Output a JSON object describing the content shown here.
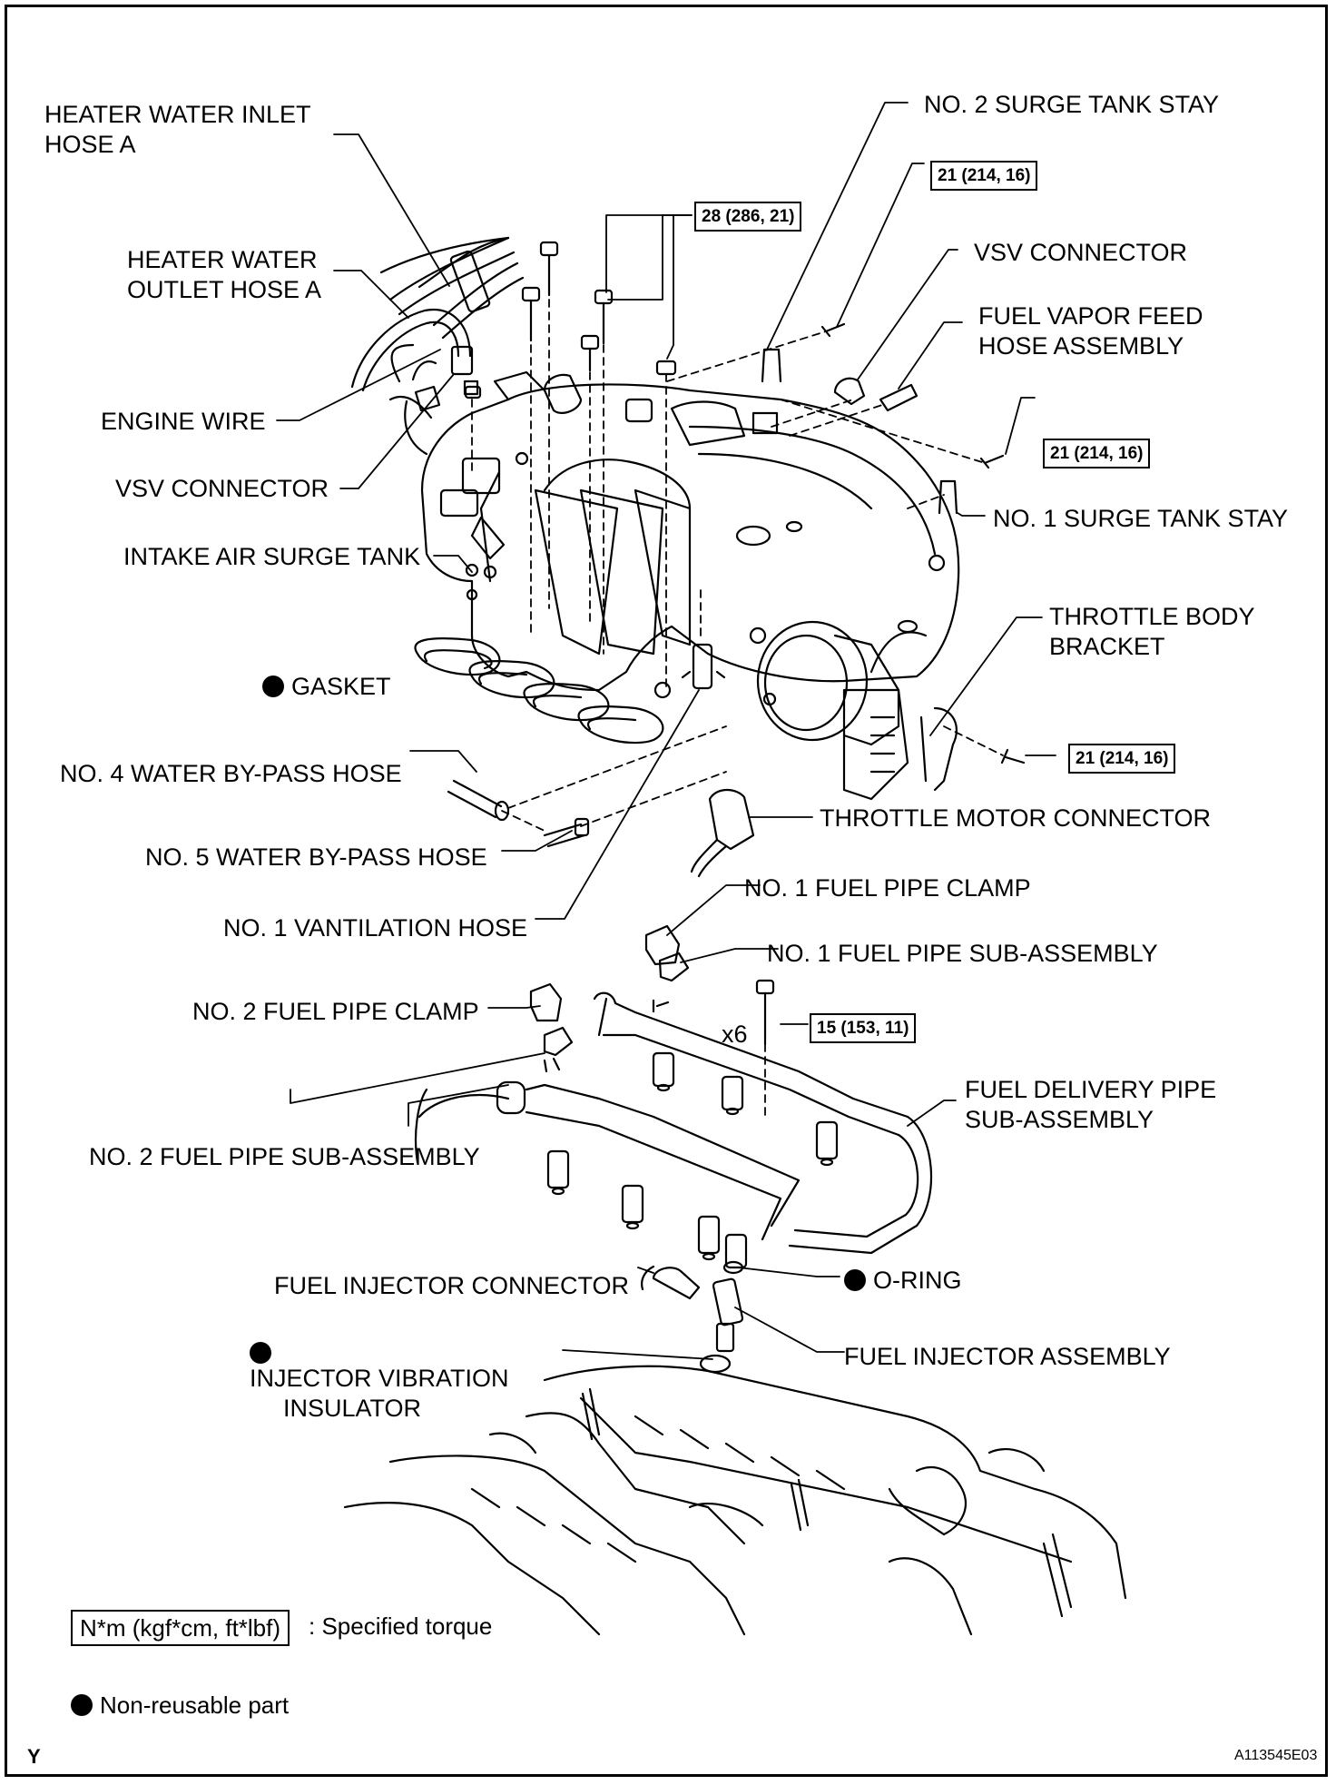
{
  "labels": {
    "heater_inlet": [
      "HEATER WATER INLET",
      "HOSE A"
    ],
    "heater_outlet": [
      "HEATER WATER",
      "OUTLET HOSE A"
    ],
    "engine_wire": "ENGINE WIRE",
    "vsv_connector_left": "VSV CONNECTOR",
    "intake_surge_tank": "INTAKE AIR SURGE TANK",
    "gasket": "GASKET",
    "no4_bypass": "NO. 4 WATER BY-PASS HOSE",
    "no5_bypass": "NO. 5 WATER BY-PASS HOSE",
    "no1_ventilation": "NO. 1 VANTILATION HOSE",
    "no2_fuel_clamp": "NO. 2 FUEL PIPE CLAMP",
    "no2_fuel_pipe": "NO. 2 FUEL PIPE SUB-ASSEMBLY",
    "fuel_injector_connector": "FUEL INJECTOR CONNECTOR",
    "injector_vibration": [
      "INJECTOR VIBRATION",
      "INSULATOR"
    ],
    "no2_surge_stay": "NO. 2 SURGE TANK STAY",
    "vsv_connector_right": "VSV CONNECTOR",
    "fuel_vapor_feed": [
      "FUEL VAPOR FEED",
      "HOSE ASSEMBLY"
    ],
    "no1_surge_stay": "NO. 1 SURGE TANK STAY",
    "throttle_bracket": [
      "THROTTLE BODY",
      "BRACKET"
    ],
    "throttle_motor": "THROTTLE MOTOR CONNECTOR",
    "no1_fuel_clamp": "NO. 1 FUEL PIPE CLAMP",
    "no1_fuel_pipe": "NO. 1 FUEL PIPE SUB-ASSEMBLY",
    "fuel_delivery": [
      "FUEL DELIVERY PIPE",
      "SUB-ASSEMBLY"
    ],
    "o_ring": "O-RING",
    "fuel_injector_assy": "FUEL INJECTOR ASSEMBLY",
    "quantity": "x6"
  },
  "torques": {
    "t28": "28 (286, 21)",
    "t21_stay2": "21 (214, 16)",
    "t21_stay1": "21 (214, 16)",
    "t21_bracket": "21 (214, 16)",
    "t15": "15 (153, 11)"
  },
  "legend": {
    "torque_unit": "N*m (kgf*cm, ft*lbf)",
    "torque_desc": ": Specified torque",
    "nonreusable": "Non-reusable part"
  },
  "footer": {
    "corner_left": "Y",
    "figure_id": "A113545E03"
  },
  "icons": {
    "nonreusable_marker": "filled-circle-icon"
  }
}
